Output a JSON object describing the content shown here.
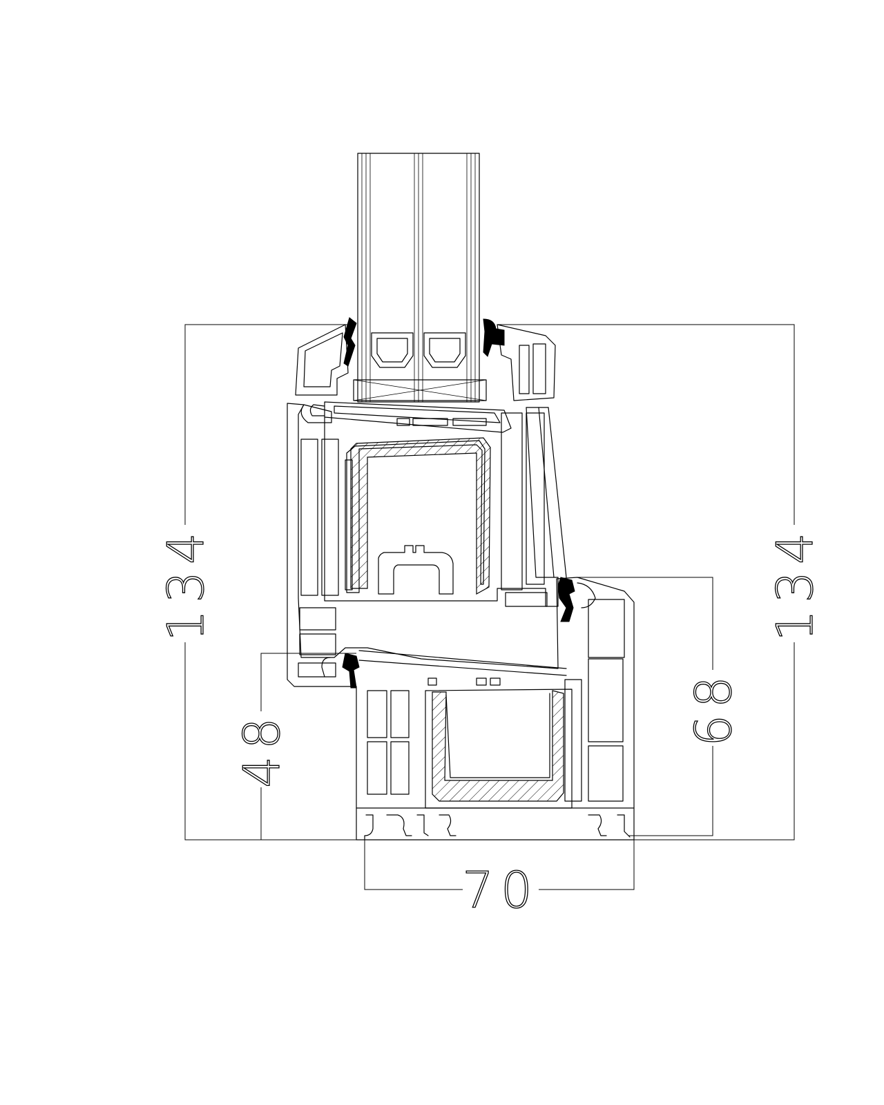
{
  "dimensions": {
    "total_height_left": "134",
    "total_height_right": "134",
    "sash_height": "68",
    "frame_height": "48",
    "frame_width": "70"
  }
}
